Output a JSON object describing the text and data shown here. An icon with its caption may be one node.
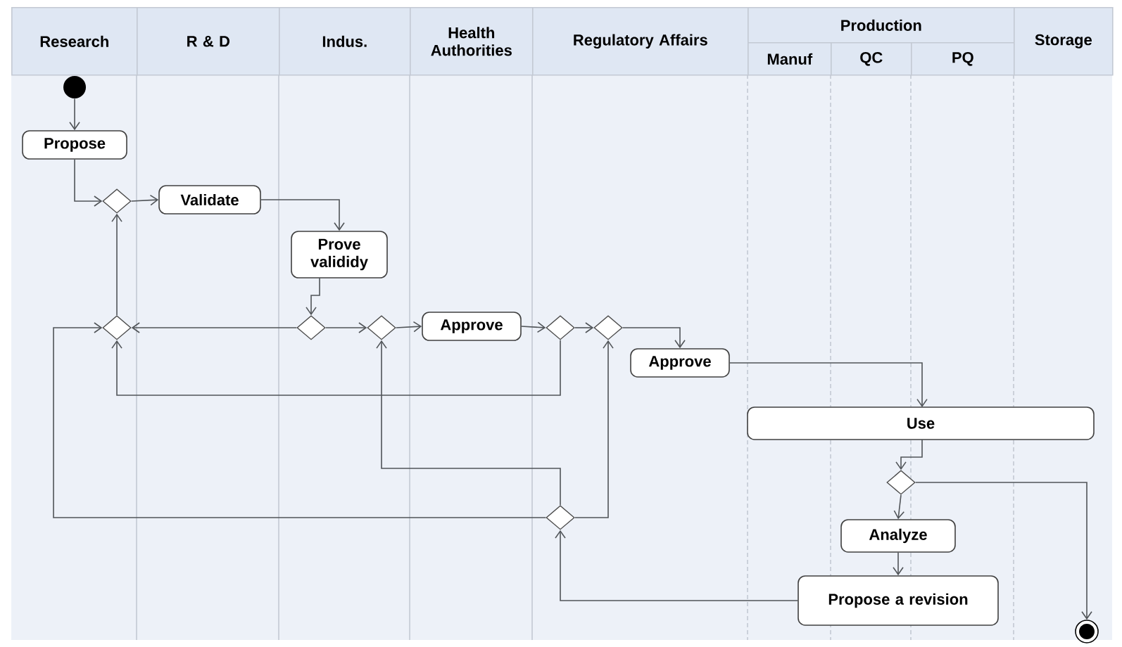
{
  "diagram": {
    "nodes": [
      {
        "text": [],
        "shape": "circle"
      },
      {
        "text": [
          "Propose"
        ]
      },
      {
        "text": [],
        "shape": "diamond"
      },
      {
        "text": [
          "Validate"
        ]
      },
      {
        "text": [
          "Prove valididy"
        ]
      },
      {
        "text": [],
        "shape": "diamond"
      },
      {
        "text": [],
        "shape": "diamond"
      },
      {
        "text": [],
        "shape": "diamond"
      },
      {
        "text": [
          "Approve"
        ]
      },
      {
        "text": [],
        "shape": "diamond"
      },
      {
        "text": [],
        "shape": "diamond"
      },
      {
        "text": [
          "Approve"
        ]
      },
      {
        "text": [
          "Use"
        ]
      },
      {
        "text": [],
        "shape": "diamond"
      },
      {
        "text": [
          "Analyze"
        ]
      },
      {
        "text": [
          "Propose a revision"
        ]
      },
      {
        "text": [],
        "shape": "circle"
      },
      {
        "text": [],
        "shape": "diamond"
      }
    ],
    "edges": [
      {
        "from": 0,
        "to": 1,
        "arrow": "to"
      },
      {
        "from": 1,
        "to": 2,
        "arrow": "to"
      },
      {
        "from": 2,
        "to": 3,
        "arrow": "to"
      },
      {
        "from": 3,
        "to": 4,
        "arrow": "to"
      },
      {
        "from": 4,
        "to": 6,
        "arrow": "to"
      },
      {
        "from": 6,
        "to": 5,
        "arrow": "to"
      },
      {
        "from": 6,
        "to": 7,
        "arrow": "to"
      },
      {
        "from": 7,
        "to": 8,
        "arrow": "to"
      },
      {
        "from": 8,
        "to": 9,
        "arrow": "to"
      },
      {
        "from": 9,
        "to": 10,
        "arrow": "to"
      },
      {
        "from": 9,
        "to": 5,
        "arrow": "to"
      },
      {
        "from": 10,
        "to": 11,
        "arrow": "to"
      },
      {
        "from": 11,
        "to": 12,
        "arrow": "to"
      },
      {
        "from": 12,
        "to": 13,
        "arrow": "to"
      },
      {
        "from": 13,
        "to": 14,
        "arrow": "to"
      },
      {
        "from": 13,
        "to": 16,
        "arrow": "to"
      },
      {
        "from": 14,
        "to": 15,
        "arrow": "to"
      },
      {
        "from": 15,
        "to": 17,
        "arrow": "to"
      },
      {
        "from": 17,
        "to": 10,
        "arrow": "to"
      },
      {
        "from": 17,
        "to": 7,
        "arrow": "to"
      },
      {
        "from": 17,
        "to": 5,
        "arrow": "to"
      },
      {
        "from": 5,
        "to": 2,
        "arrow": "to"
      }
    ],
    "labels": [
      "Research",
      "R & D",
      "Indus.",
      "Health Authorities",
      "Regulatory Affairs",
      "Production",
      "Manuf",
      "QC",
      "PQ",
      "Storage"
    ]
  }
}
